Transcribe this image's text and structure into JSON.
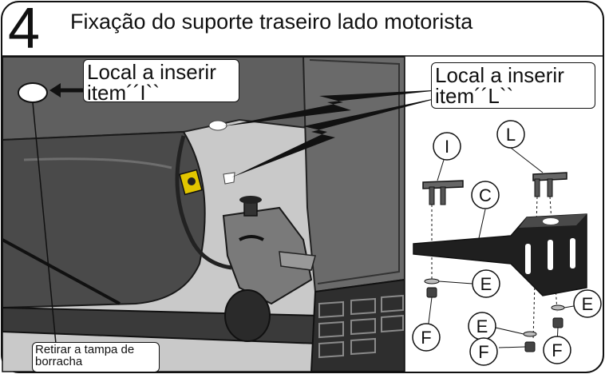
{
  "step": {
    "number": "4",
    "title": "Fixação do suporte traseiro lado motorista"
  },
  "callouts": {
    "insert_i": {
      "line1": "Local a inserir",
      "line2": "item´´I``"
    },
    "insert_l": {
      "line1": "Local a inserir",
      "line2": "item´´L``"
    },
    "remove_cap": {
      "line1": "Retirar a tampa de",
      "line2": "borracha"
    }
  },
  "parts": {
    "i": "I",
    "l": "L",
    "c": "C",
    "e_left": "E",
    "e_middle": "E",
    "e_right": "E",
    "f_left": "F",
    "f_middle": "F",
    "f_right": "F"
  }
}
